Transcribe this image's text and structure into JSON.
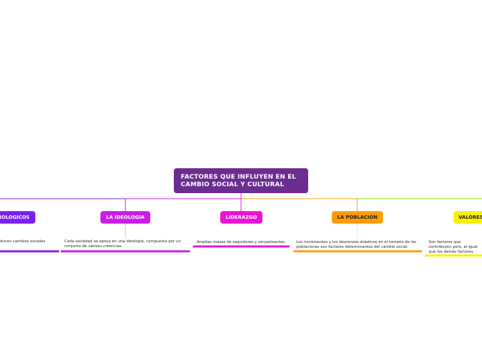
{
  "root": {
    "title": "FACTORES QUE INFLUYEN EN EL CAMBIO SOCIAL Y CULTURAL",
    "color": "#6b2d90"
  },
  "branches": [
    {
      "label": "NOLOGICOS",
      "desc": "ducen cambios sociales",
      "color": "#7b1ff2",
      "text_color": "#ffffff",
      "icon": "none"
    },
    {
      "label": "LA IDEOLOGIA",
      "desc": "Cada sociedad se apoya en una ideología, compuesta por un conjunto de valores creencias.",
      "color": "#c81ee6",
      "text_color": "#ffffff",
      "icon": "none"
    },
    {
      "label": "LIDERAZGO",
      "desc": "Amplias masas de seguidores y simpatizantes.",
      "color": "#ec13d4",
      "text_color": "#ffffff",
      "icon": "none"
    },
    {
      "label": "LA POBLACION",
      "desc": "Los incrementos y los descensos drásticos en el tamaño de las poblaciones son factores determinantes del cambio social.",
      "color": "#ff9d00",
      "text_color": "#222222",
      "icon": "none"
    },
    {
      "label": "VALORES",
      "desc": "Son factores que contribuyen pero, al igual que los demás factores.",
      "color": "#f8f000",
      "text_color": "#222222",
      "icon": "none"
    }
  ]
}
